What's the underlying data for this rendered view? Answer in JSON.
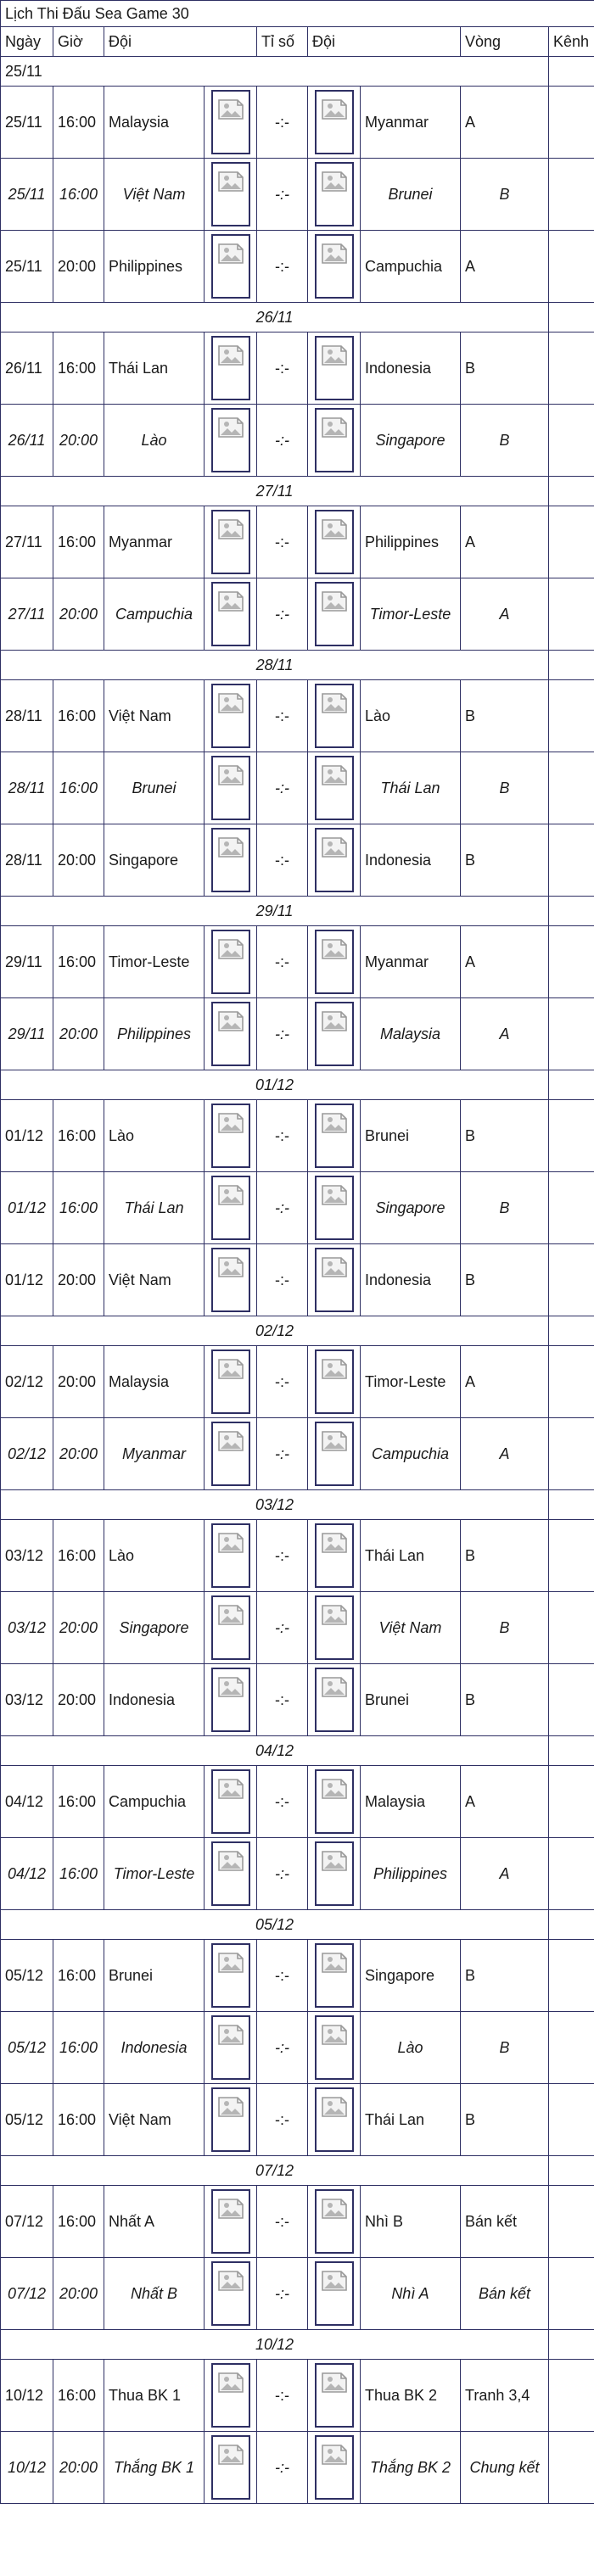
{
  "table": {
    "title": "Lịch Thi Đấu Sea Game 30",
    "headers": {
      "date": "Ngày",
      "time": "Giờ",
      "team1": "Đội",
      "score": "Tỉ số",
      "team2": "Đội",
      "round": "Vòng",
      "channel": "Kênh"
    }
  },
  "groups": [
    {
      "date": "25/11",
      "matches": [
        {
          "date": "25/11",
          "time": "16:00",
          "team1": "Malaysia",
          "score": "-:-",
          "team2": "Myanmar",
          "round": "A"
        },
        {
          "date": "25/11",
          "time": "16:00",
          "team1": "Việt Nam",
          "score": "-:-",
          "team2": "Brunei",
          "round": "B"
        },
        {
          "date": "25/11",
          "time": "20:00",
          "team1": "Philippines",
          "score": "-:-",
          "team2": "Campuchia",
          "round": "A"
        }
      ]
    },
    {
      "date": "26/11",
      "matches": [
        {
          "date": "26/11",
          "time": "16:00",
          "team1": "Thái Lan",
          "score": "-:-",
          "team2": "Indonesia",
          "round": "B"
        },
        {
          "date": "26/11",
          "time": "20:00",
          "team1": "Lào",
          "score": "-:-",
          "team2": "Singapore",
          "round": "B"
        }
      ]
    },
    {
      "date": "27/11",
      "matches": [
        {
          "date": "27/11",
          "time": "16:00",
          "team1": "Myanmar",
          "score": "-:-",
          "team2": "Philippines",
          "round": "A"
        },
        {
          "date": "27/11",
          "time": "20:00",
          "team1": "Campuchia",
          "score": "-:-",
          "team2": "Timor-Leste",
          "round": "A"
        }
      ]
    },
    {
      "date": "28/11",
      "matches": [
        {
          "date": "28/11",
          "time": "16:00",
          "team1": "Việt Nam",
          "score": "-:-",
          "team2": "Lào",
          "round": "B"
        },
        {
          "date": "28/11",
          "time": "16:00",
          "team1": "Brunei",
          "score": "-:-",
          "team2": "Thái Lan",
          "round": "B"
        },
        {
          "date": "28/11",
          "time": "20:00",
          "team1": "Singapore",
          "score": "-:-",
          "team2": "Indonesia",
          "round": "B"
        }
      ]
    },
    {
      "date": "29/11",
      "matches": [
        {
          "date": "29/11",
          "time": "16:00",
          "team1": "Timor-Leste",
          "score": "-:-",
          "team2": "Myanmar",
          "round": "A"
        },
        {
          "date": "29/11",
          "time": "20:00",
          "team1": "Philippines",
          "score": "-:-",
          "team2": "Malaysia",
          "round": "A"
        }
      ]
    },
    {
      "date": "01/12",
      "matches": [
        {
          "date": "01/12",
          "time": "16:00",
          "team1": "Lào",
          "score": "-:-",
          "team2": "Brunei",
          "round": "B"
        },
        {
          "date": "01/12",
          "time": "16:00",
          "team1": "Thái Lan",
          "score": "-:-",
          "team2": "Singapore",
          "round": "B"
        },
        {
          "date": "01/12",
          "time": "20:00",
          "team1": "Việt Nam",
          "score": "-:-",
          "team2": "Indonesia",
          "round": "B"
        }
      ]
    },
    {
      "date": "02/12",
      "matches": [
        {
          "date": "02/12",
          "time": "20:00",
          "team1": "Malaysia",
          "score": "-:-",
          "team2": "Timor-Leste",
          "round": "A"
        },
        {
          "date": "02/12",
          "time": "20:00",
          "team1": "Myanmar",
          "score": "-:-",
          "team2": "Campuchia",
          "round": "A"
        }
      ]
    },
    {
      "date": "03/12",
      "matches": [
        {
          "date": "03/12",
          "time": "16:00",
          "team1": "Lào",
          "score": "-:-",
          "team2": "Thái Lan",
          "round": "B"
        },
        {
          "date": "03/12",
          "time": "20:00",
          "team1": "Singapore",
          "score": "-:-",
          "team2": "Việt Nam",
          "round": "B"
        },
        {
          "date": "03/12",
          "time": "20:00",
          "team1": "Indonesia",
          "score": "-:-",
          "team2": "Brunei",
          "round": "B"
        }
      ]
    },
    {
      "date": "04/12",
      "matches": [
        {
          "date": "04/12",
          "time": "16:00",
          "team1": "Campuchia",
          "score": "-:-",
          "team2": "Malaysia",
          "round": "A"
        },
        {
          "date": "04/12",
          "time": "16:00",
          "team1": "Timor-Leste",
          "score": "-:-",
          "team2": "Philippines",
          "round": "A"
        }
      ]
    },
    {
      "date": "05/12",
      "matches": [
        {
          "date": "05/12",
          "time": "16:00",
          "team1": "Brunei",
          "score": "-:-",
          "team2": "Singapore",
          "round": "B"
        },
        {
          "date": "05/12",
          "time": "16:00",
          "team1": "Indonesia",
          "score": "-:-",
          "team2": "Lào",
          "round": "B"
        },
        {
          "date": "05/12",
          "time": "16:00",
          "team1": "Việt Nam",
          "score": "-:-",
          "team2": "Thái Lan",
          "round": "B"
        }
      ]
    },
    {
      "date": "07/12",
      "matches": [
        {
          "date": "07/12",
          "time": "16:00",
          "team1": "Nhất A",
          "score": "-:-",
          "team2": "Nhì B",
          "round": "Bán kết"
        },
        {
          "date": "07/12",
          "time": "20:00",
          "team1": "Nhất B",
          "score": "-:-",
          "team2": "Nhì A",
          "round": "Bán kết"
        }
      ]
    },
    {
      "date": "10/12",
      "matches": [
        {
          "date": "10/12",
          "time": "16:00",
          "team1": "Thua BK 1",
          "score": "-:-",
          "team2": "Thua BK 2",
          "round": "Tranh 3,4"
        },
        {
          "date": "10/12",
          "time": "20:00",
          "team1": "Thắng BK 1",
          "score": "-:-",
          "team2": "Thắng BK 2",
          "round": "Chung kết"
        }
      ]
    }
  ],
  "icons": {
    "flag": "broken-image-icon"
  },
  "colors": {
    "border": "#2e2f63",
    "text": "#1a1a1a"
  }
}
